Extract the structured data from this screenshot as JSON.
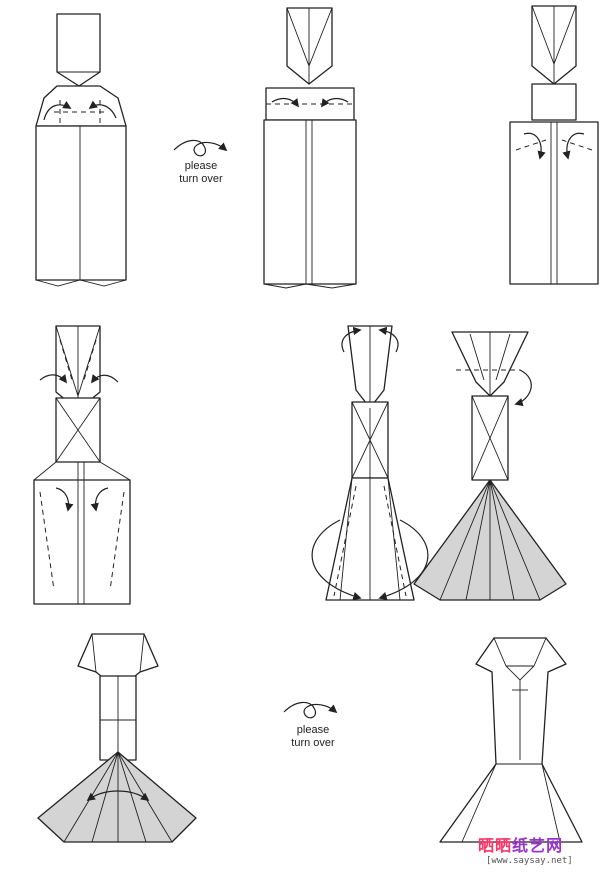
{
  "notes": {
    "turn_over_1": [
      "please",
      "turn over"
    ],
    "turn_over_2": [
      "please",
      "turn over"
    ]
  },
  "watermark": {
    "site_name": "晒晒纸艺网",
    "site_name_colors": [
      "#ff3366",
      "#ff3366",
      "#9933cc",
      "#9933cc",
      "#9933cc"
    ],
    "url": "[www.saysay.net]"
  },
  "colors": {
    "line": "#222222",
    "shade": "#d4d4d4"
  }
}
